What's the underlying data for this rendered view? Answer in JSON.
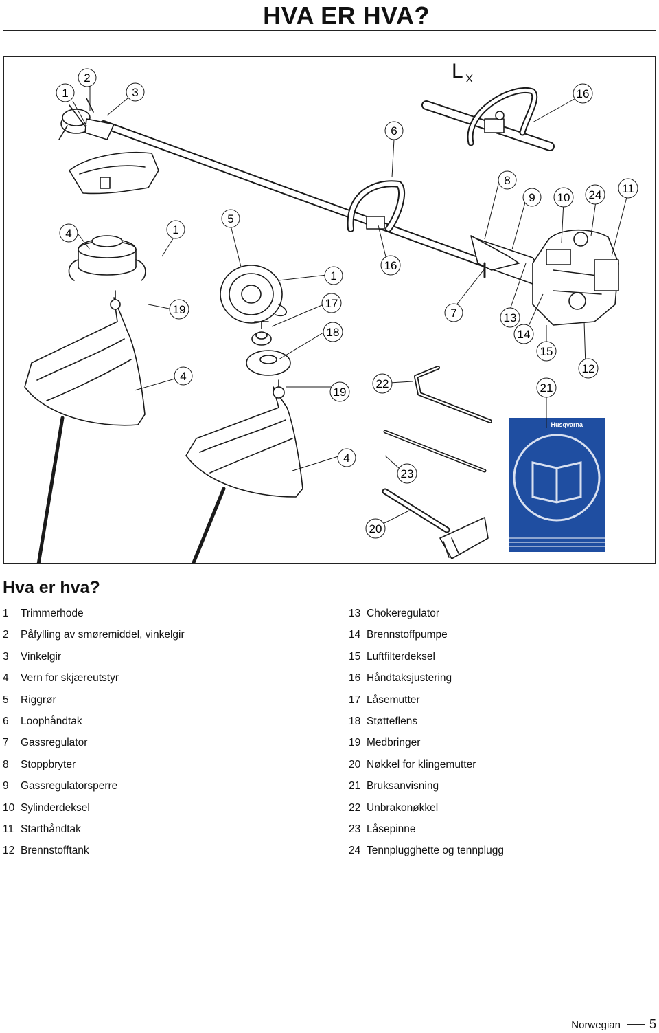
{
  "header": {
    "title": "HVA ER HVA?"
  },
  "figure": {
    "callouts": [
      "1",
      "2",
      "3",
      "16",
      "6",
      "8",
      "9",
      "10",
      "24",
      "11",
      "4",
      "1",
      "5",
      "1",
      "16",
      "19",
      "17",
      "18",
      "7",
      "13",
      "14",
      "15",
      "12",
      "21",
      "4",
      "19",
      "22",
      "4",
      "23",
      "20"
    ],
    "lx_label_main": "L",
    "lx_label_sub": "X",
    "manual_brand": "Husqvarna"
  },
  "section": {
    "heading": "Hva er hva?"
  },
  "legend": {
    "left": [
      {
        "num": "1",
        "label": "Trimmerhode"
      },
      {
        "num": "2",
        "label": "Påfylling av smøremiddel, vinkelgir"
      },
      {
        "num": "3",
        "label": "Vinkelgir"
      },
      {
        "num": "4",
        "label": "Vern for skjæreutstyr"
      },
      {
        "num": "5",
        "label": "Riggrør"
      },
      {
        "num": "6",
        "label": "Loophåndtak"
      },
      {
        "num": "7",
        "label": "Gassregulator"
      },
      {
        "num": "8",
        "label": "Stoppbryter"
      },
      {
        "num": "9",
        "label": "Gassregulatorsperre"
      },
      {
        "num": "10",
        "label": "Sylinderdeksel"
      },
      {
        "num": "11",
        "label": "Starthåndtak"
      },
      {
        "num": "12",
        "label": "Brennstofftank"
      }
    ],
    "right": [
      {
        "num": "13",
        "label": "Chokeregulator"
      },
      {
        "num": "14",
        "label": "Brennstoffpumpe"
      },
      {
        "num": "15",
        "label": "Luftfilterdeksel"
      },
      {
        "num": "16",
        "label": "Håndtaksjustering"
      },
      {
        "num": "17",
        "label": "Låsemutter"
      },
      {
        "num": "18",
        "label": "Støtteflens"
      },
      {
        "num": "19",
        "label": "Medbringer"
      },
      {
        "num": "20",
        "label": "Nøkkel for klingemutter"
      },
      {
        "num": "21",
        "label": "Bruksanvisning"
      },
      {
        "num": "22",
        "label": "Unbrakonøkkel"
      },
      {
        "num": "23",
        "label": "Låsepinne"
      },
      {
        "num": "24",
        "label": "Tennplugghette og tennplugg"
      }
    ]
  },
  "footer": {
    "language": "Norwegian",
    "page_number": "5"
  }
}
